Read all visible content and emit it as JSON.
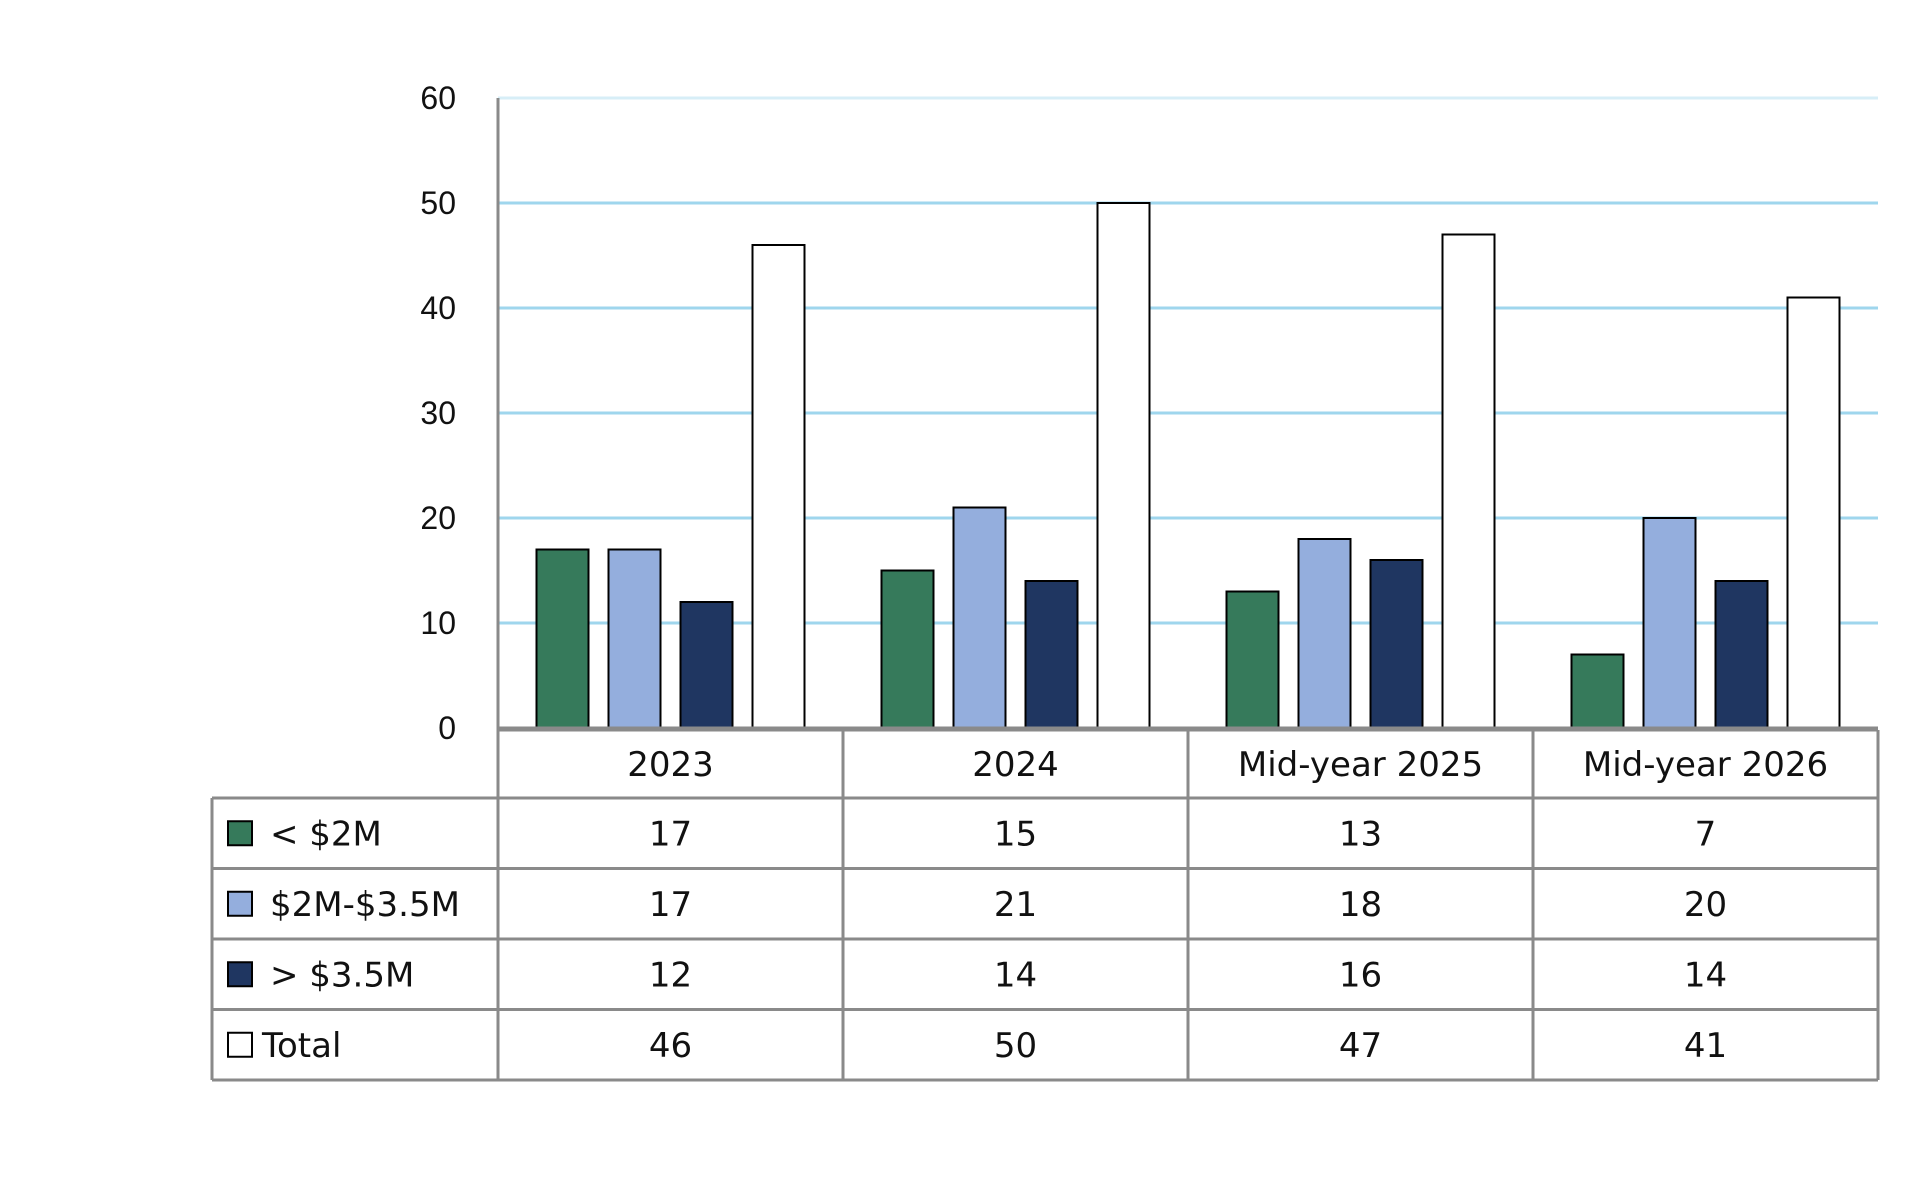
{
  "chart_data": {
    "type": "bar",
    "categories": [
      "2023",
      "2024",
      "Mid-year 2025",
      "Mid-year 2026"
    ],
    "series": [
      {
        "name": "< $2M",
        "values": [
          17,
          15,
          13,
          7
        ],
        "color": "#367a5b"
      },
      {
        "name": "$2M-$3.5M",
        "values": [
          17,
          21,
          18,
          20
        ],
        "color": "#94aedd"
      },
      {
        "name": "> $3.5M",
        "values": [
          12,
          14,
          16,
          14
        ],
        "color": "#1f3661"
      },
      {
        "name": "Total",
        "values": [
          46,
          50,
          47,
          41
        ],
        "color": "#ffffff"
      }
    ],
    "ylim": [
      0,
      60
    ],
    "yticks": [
      0,
      10,
      20,
      30,
      40,
      50,
      60
    ],
    "grid": true,
    "grid_color": "#8fd0ea",
    "legend": "data-table-below"
  }
}
